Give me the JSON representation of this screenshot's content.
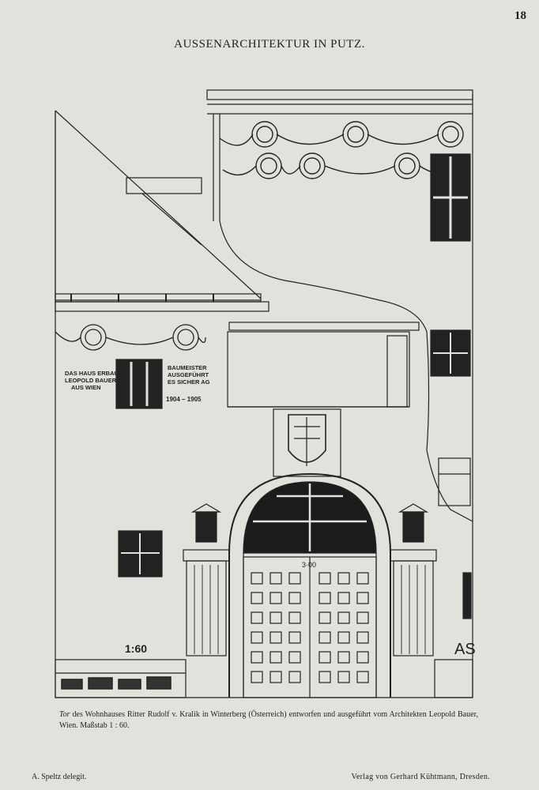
{
  "page": {
    "number": "18",
    "title": "AUSSENARCHITEKTUR IN PUTZ."
  },
  "drawing": {
    "inscription_left": [
      "DAS HAUS ERBAUT",
      "LEOPOLD BAUER",
      "AUS WIEN"
    ],
    "inscription_right": [
      "BAUMEISTER",
      "AUSGEFÜHRT",
      "ES SICHER AG"
    ],
    "dates": "1904 – 1905",
    "gate_width": "3·00",
    "scale_mark": "1:60",
    "monogram": "AS"
  },
  "caption": {
    "lead": "Tor",
    "text": "des Wohnhauses Ritter Rudolf v. Kralik in Winterberg (Österreich) entworfen und ausgeführt vom Architekten Leopold Bauer, Wien. Maßstab 1 : 60."
  },
  "footer": {
    "left": "A. Speltz delegit.",
    "right": "Verlag von Gerhard Kühtmann, Dresden."
  }
}
